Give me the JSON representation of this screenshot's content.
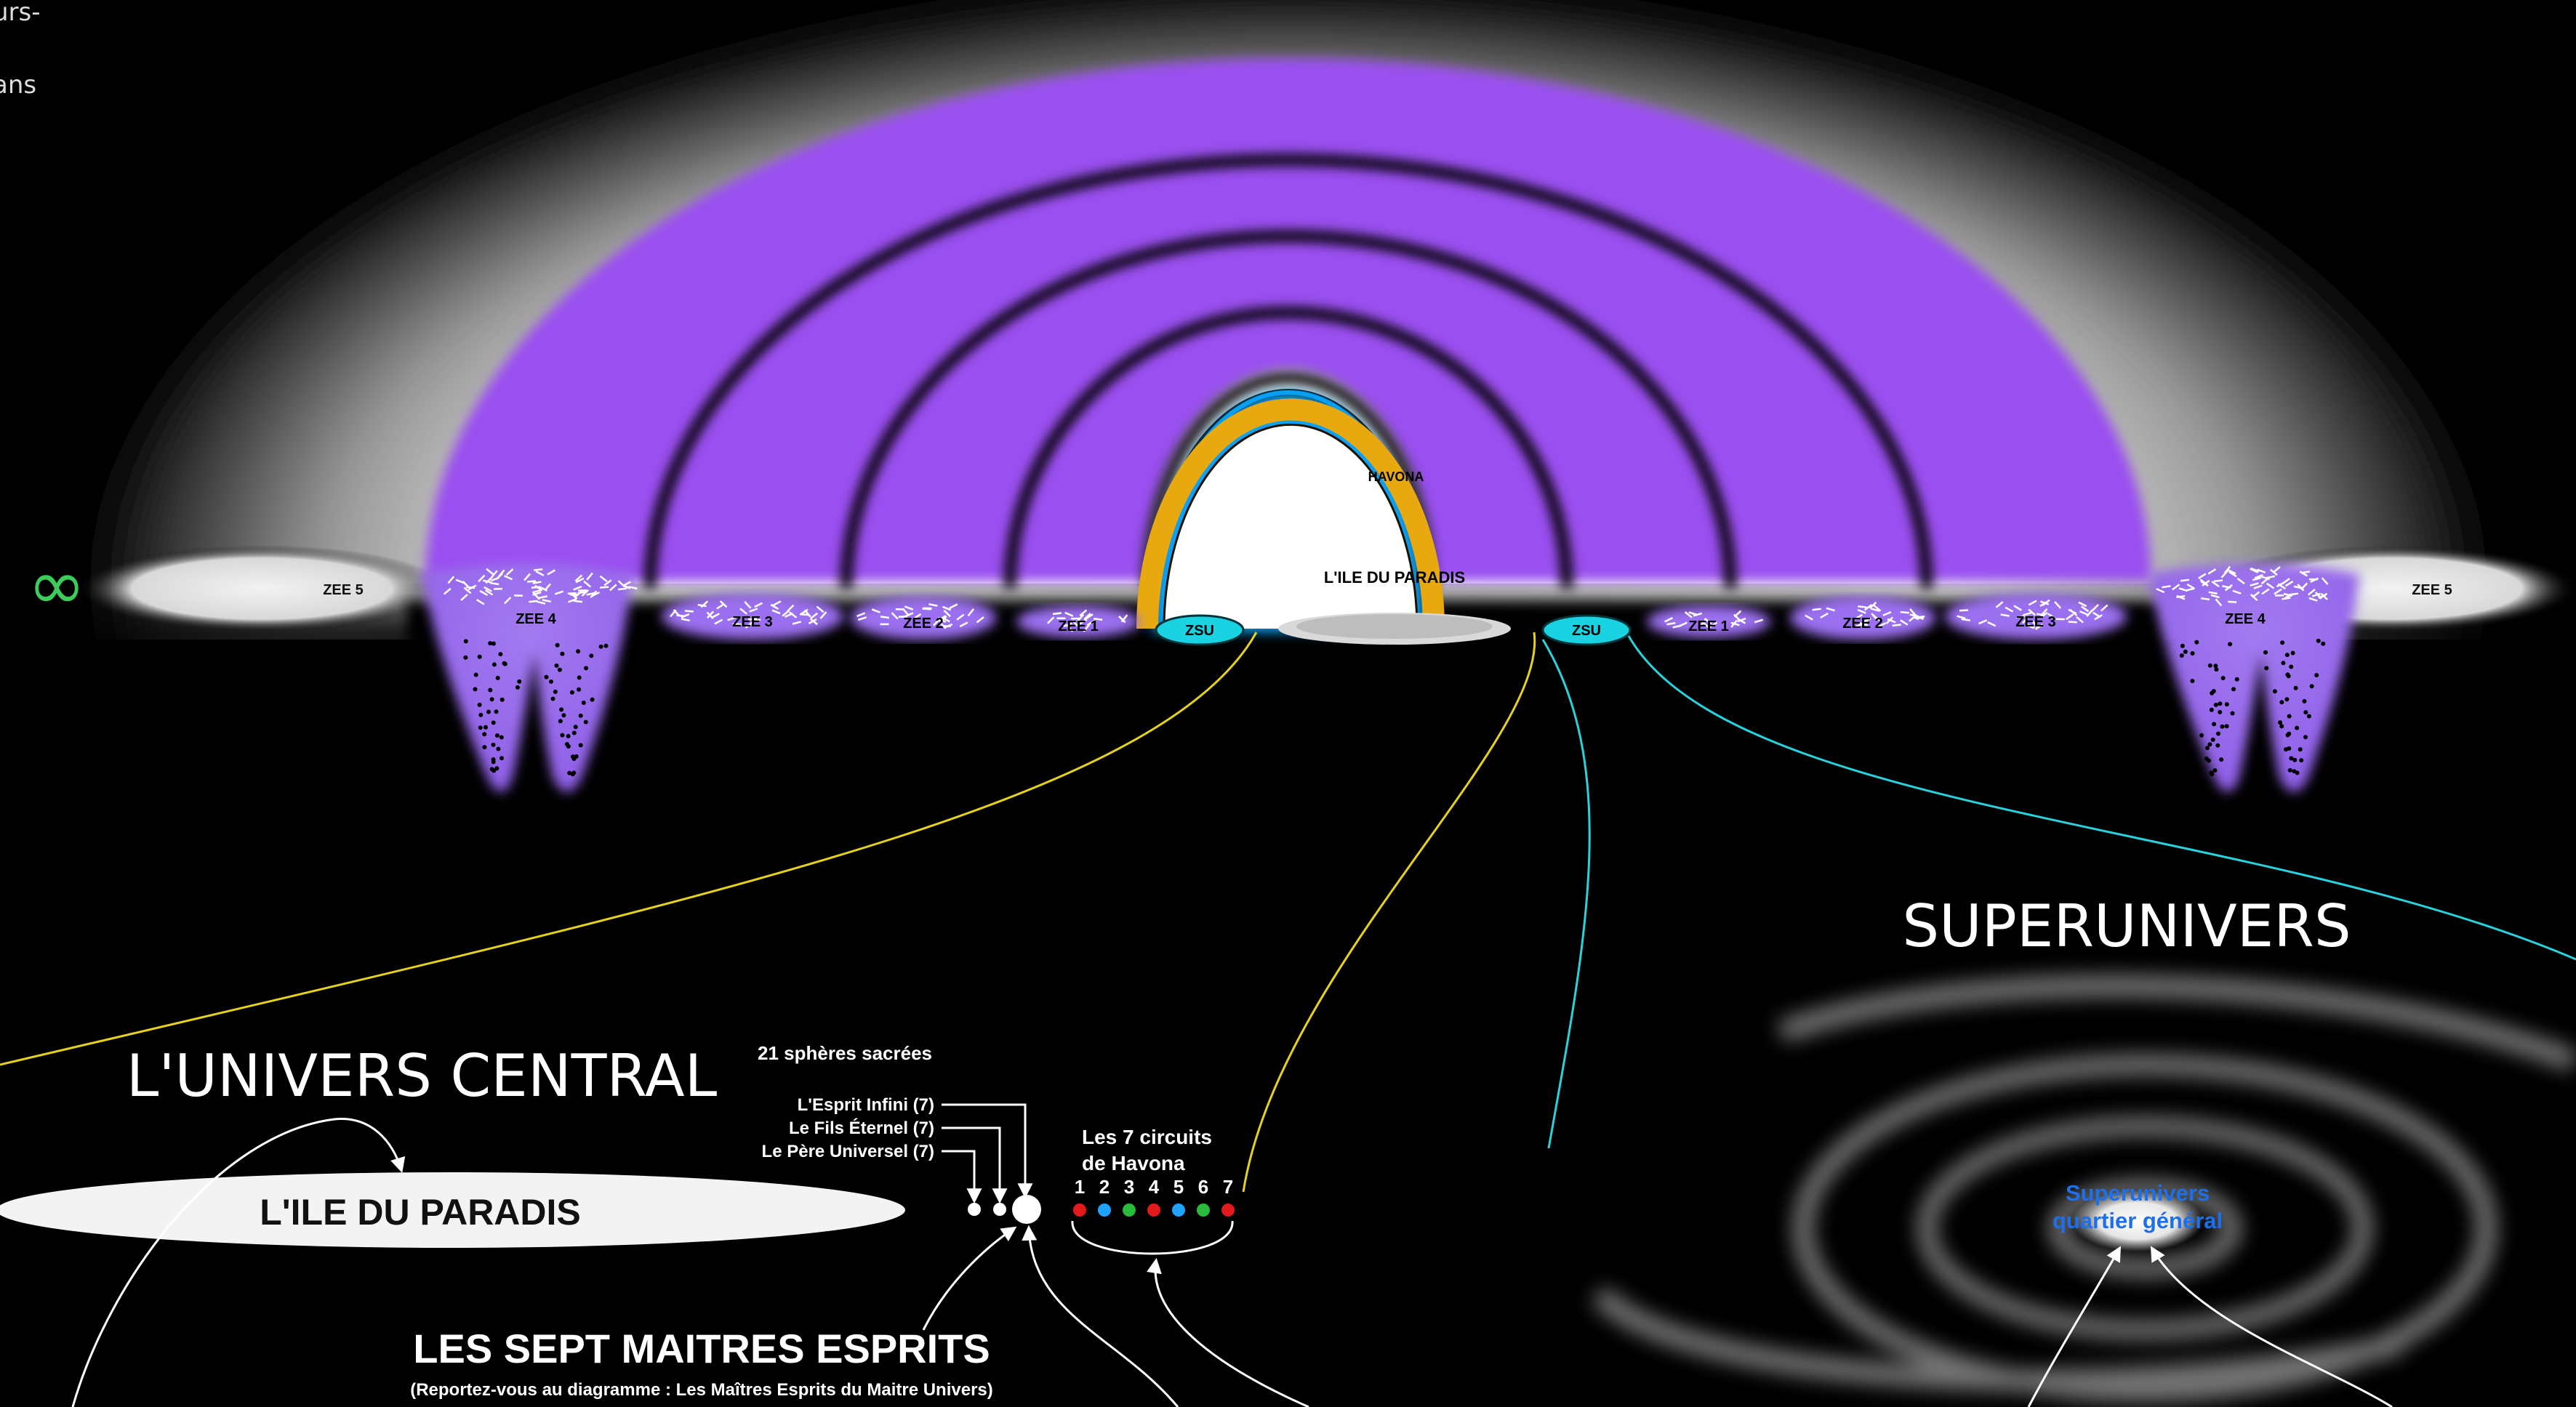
{
  "corner_text": {
    "line1": "urs-",
    "line2": "ans"
  },
  "diagram": {
    "zee_labels": [
      "ZEE 5",
      "ZEE 4",
      "ZEE 3",
      "ZEE 2",
      "ZEE 1",
      "ZSU"
    ],
    "havona_label": "HAVONA",
    "paradise_inner_label": "L'ILE DU PARADIS",
    "infinity_symbol": "∞"
  },
  "central": {
    "title": "L'UNIVERS CENTRAL",
    "island_label": "L'ILE DU PARADIS",
    "spheres_title": "21 sphères sacrées",
    "spheres": [
      "L'Esprit Infini (7)",
      "Le Fils Éternel (7)",
      "Le Père Universel (7)"
    ],
    "circuits_title_line1": "Les 7 circuits",
    "circuits_title_line2": "de Havona",
    "circuit_numbers": [
      "1",
      "2",
      "3",
      "4",
      "5",
      "6",
      "7"
    ],
    "circuit_colors": [
      "#e31a1c",
      "#1fa3ff",
      "#2bbb3c",
      "#e31a1c",
      "#1fa3ff",
      "#2bbb3c",
      "#e31a1c"
    ],
    "master_spirits_title": "LES SEPT MAITRES ESPRITS",
    "master_spirits_note": "(Reportez-vous au diagramme : Les Maîtres Esprits du Maitre Univers)"
  },
  "superuniverse": {
    "title": "SUPERUNIVERS",
    "hq_line1": "Superunivers",
    "hq_line2": "quartier général"
  },
  "colors": {
    "purple": "#9a4ff0",
    "havona_blue": "#08a0f5",
    "havona_gold": "#e8a910",
    "zsu_cyan": "#19d3e3",
    "yellow_line": "#e6d21a",
    "cyan_line": "#28d3de",
    "infinity_green": "#3bcc5a",
    "hq_blue": "#1e6fe8"
  }
}
